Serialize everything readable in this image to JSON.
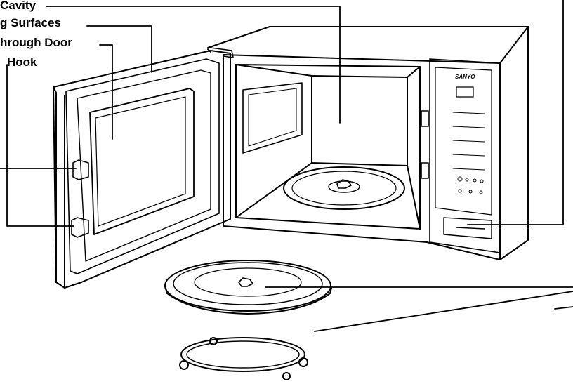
{
  "labels": {
    "oven_cavity": "Cavity",
    "sealing_surfaces": "g Surfaces",
    "see_through_door": "hrough Door",
    "door_hook": "Hook"
  },
  "brand": "SANYO",
  "colors": {
    "line": "#000000",
    "background": "#ffffff"
  }
}
